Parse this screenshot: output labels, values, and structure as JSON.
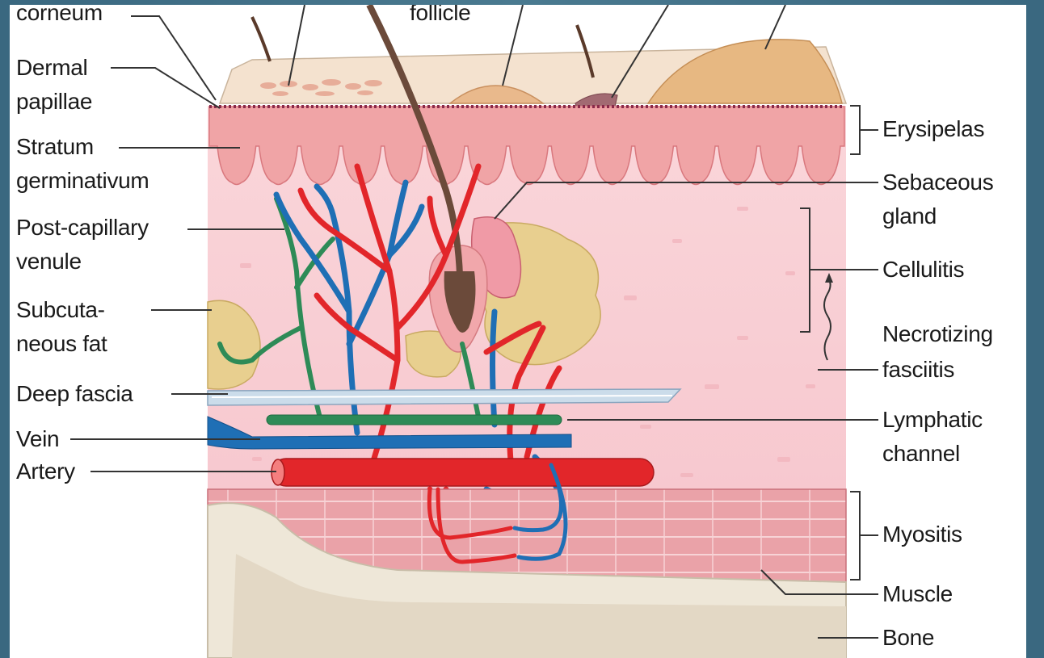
{
  "labels": {
    "stratum_corneum": "corneum",
    "hair_follicle": "follicle",
    "dermal_papillae_1": "Dermal",
    "dermal_papillae_2": "papillae",
    "stratum_germ_1": "Stratum",
    "stratum_germ_2": "germinativum",
    "post_cap_1": "Post-capillary",
    "post_cap_2": "venule",
    "subcut_1": "Subcuta-",
    "subcut_2": "neous fat",
    "deep_fascia": "Deep fascia",
    "vein": "Vein",
    "artery": "Artery",
    "erysipelas": "Erysipelas",
    "sebaceous_1": "Sebaceous",
    "sebaceous_2": "gland",
    "cellulitis": "Cellulitis",
    "necrotizing_1": "Necrotizing",
    "necrotizing_2": "fasciitis",
    "lymphatic_1": "Lymphatic",
    "lymphatic_2": "channel",
    "myositis": "Myositis",
    "muscle": "Muscle",
    "bone": "Bone"
  },
  "colors": {
    "frame": "#3f6d84",
    "artery": "#e2262a",
    "vein": "#1f6fb5",
    "lymphatic": "#2e8b57",
    "dermis": "#f6c9cf",
    "epidermis": "#f0a0a4",
    "muscle": "#e59aa0",
    "fat": "#e8cf8f",
    "bone": "#e8e0d0",
    "fascia": "#bcd0e0"
  }
}
